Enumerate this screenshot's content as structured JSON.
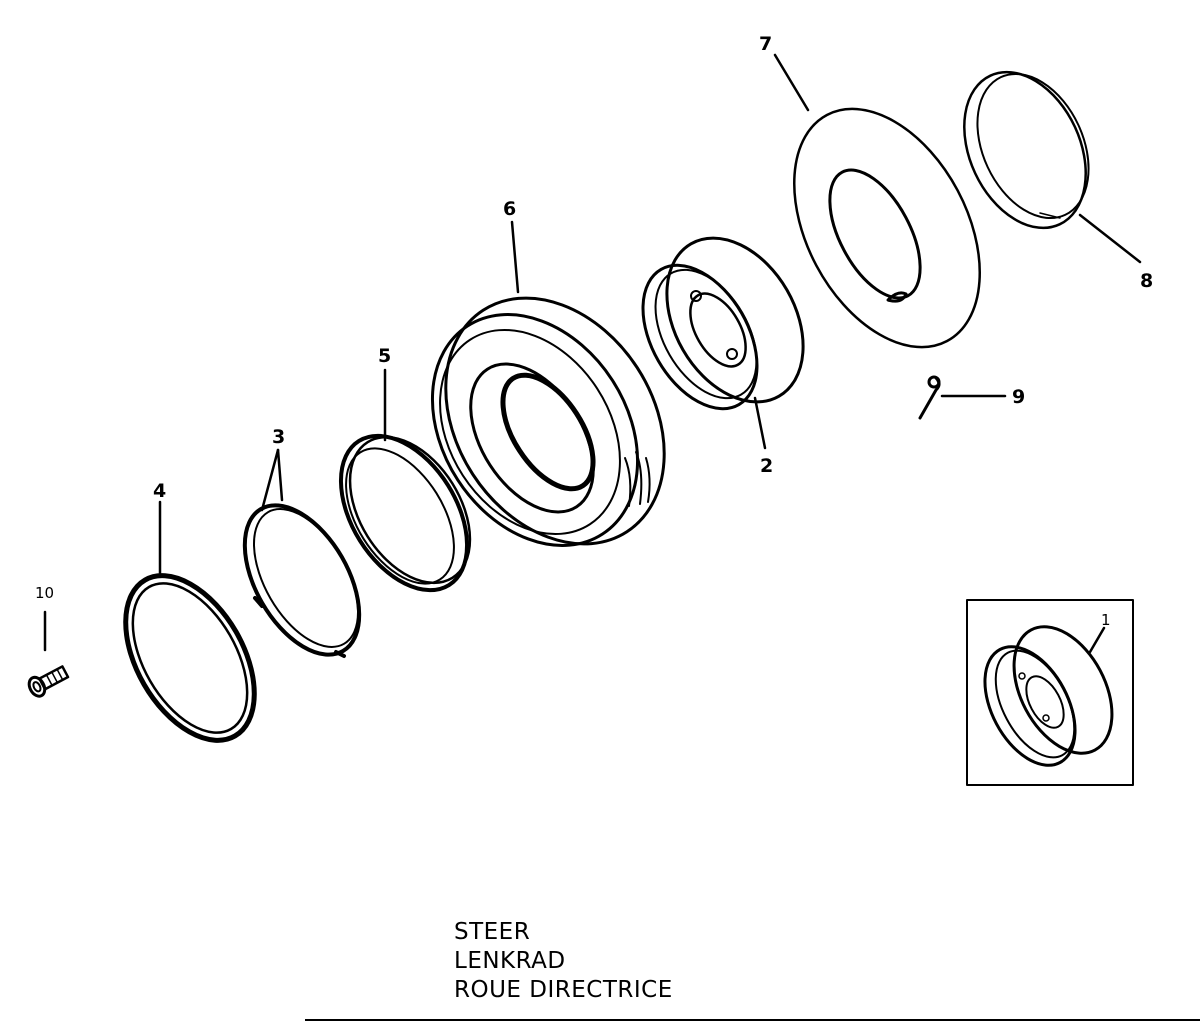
{
  "callouts": {
    "c1": "1",
    "c2": "2",
    "c3": "3",
    "c4": "4",
    "c5": "5",
    "c6": "6",
    "c7": "7",
    "c8": "8",
    "c9": "9",
    "c10": "10"
  },
  "caption": {
    "line1": "STEER",
    "line2": "LENKRAD",
    "line3": "ROUE DIRECTRICE"
  }
}
